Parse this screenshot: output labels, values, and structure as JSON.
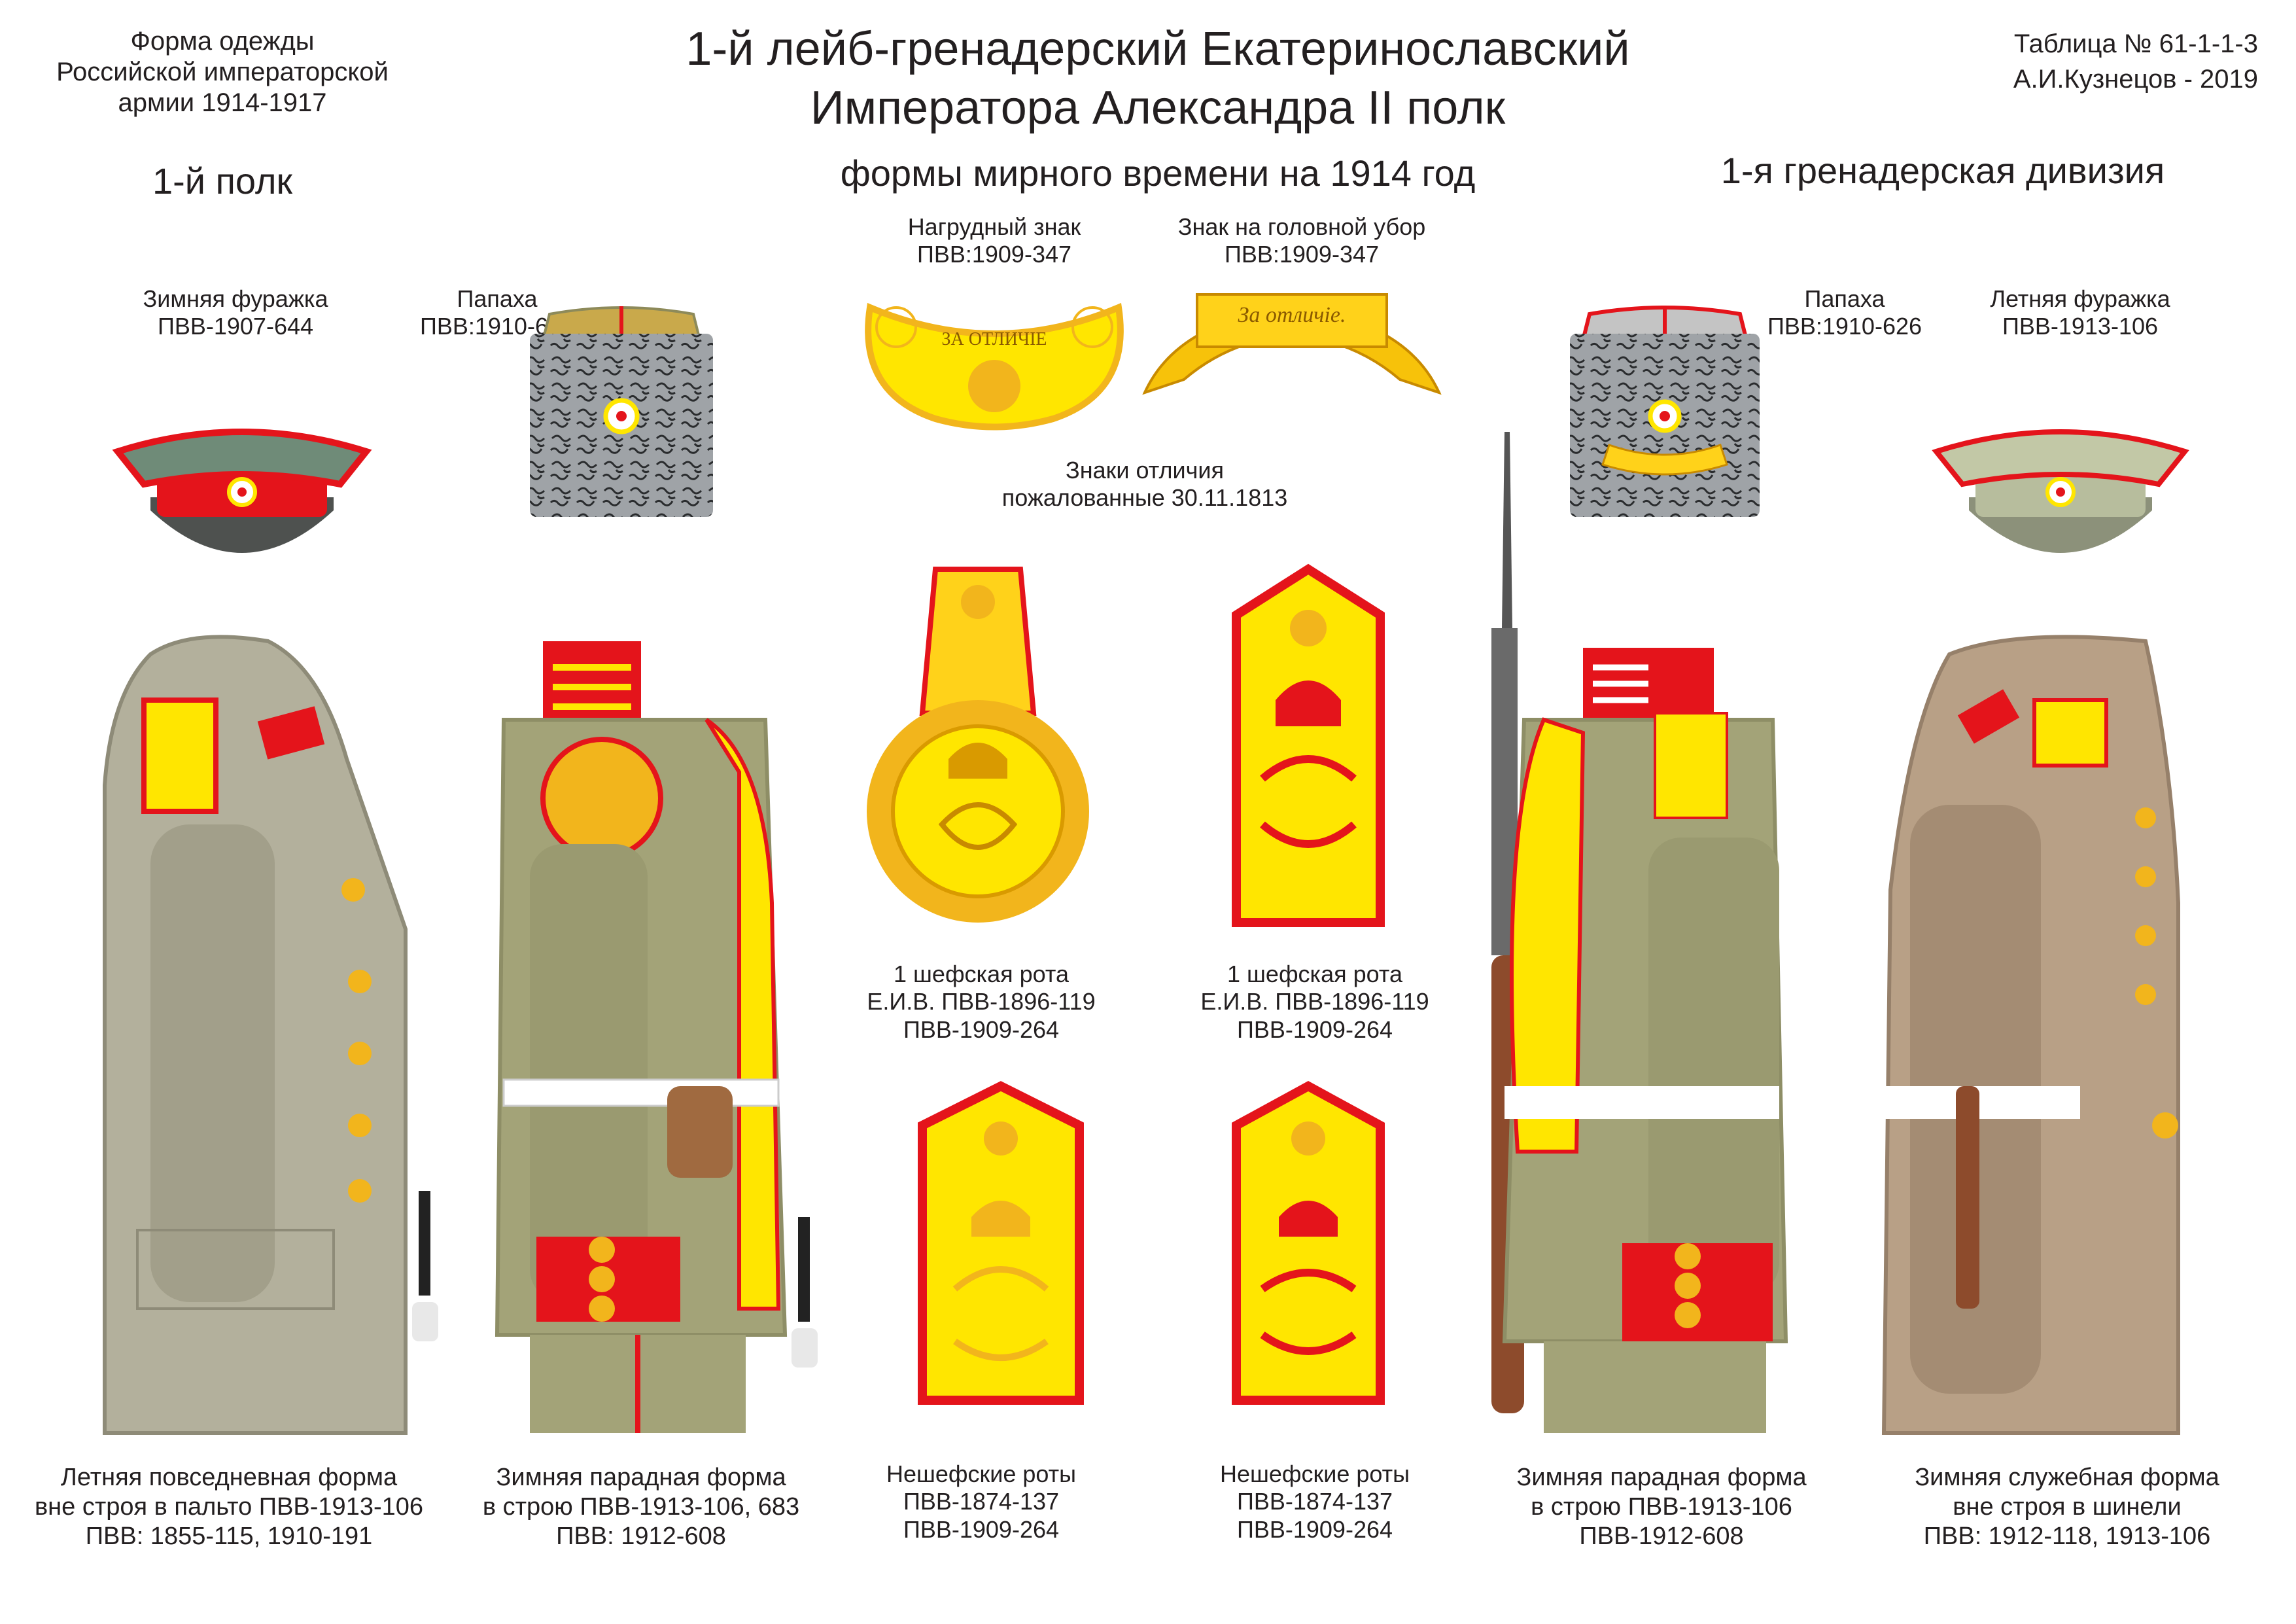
{
  "header": {
    "left_block": "Форма одежды\nРоссийской императорской\nармии  1914-1917",
    "title_line1": "1-й лейб-гренадерский Екатеринославский",
    "title_line2": "Императора Александра II полк",
    "subtitle": "формы мирного времени на 1914 год",
    "table_number": "Таблица № 61-1-1-3",
    "author": "А.И.Кузнецов - 2019",
    "regiment_number": "1-й полк",
    "division": "1-я гренадерская дивизия"
  },
  "headgear": {
    "winter_cap": "Зимняя фуражка\nПВВ-1907-644",
    "papakha_left": "Папаха\nПВВ:1910-626",
    "papakha_right": "Папаха\nПВВ:1910-626",
    "summer_cap": "Летняя фуражка\nПВВ-1913-106"
  },
  "insignia": {
    "gorget_label": "Нагрудный знак\nПВВ:1909-347",
    "gorget_text": "ЗА ОТЛИЧІЕ",
    "hat_badge_label": "Знак на головной убор\nПВВ:1909-347",
    "hat_badge_text": "За отличіе.",
    "distinction_label": "Знаки отличия\nпожалованные 30.11.1813"
  },
  "straps": {
    "epaulette_label": "1 шефская рота\nЕ.И.В. ПВВ-1896-119\nПВВ-1909-264",
    "shoulder_strap_label": "1 шефская рота\nЕ.И.В. ПВВ-1896-119\nПВВ-1909-264",
    "non_chief_1": "Нешефские роты\nПВВ-1874-137\nПВВ-1909-264",
    "non_chief_2": "Нешефские роты\nПВВ-1874-137\nПВВ-1909-264"
  },
  "uniforms": {
    "u1": "Летняя повседневная форма\nвне строя в пальто ПВВ-1913-106\nПВВ: 1855-115, 1910-191",
    "u2": "Зимняя парадная форма\nв строю ПВВ-1913-106, 683\nПВВ:  1912-608",
    "u3": "Зимняя парадная форма\nв строю ПВВ-1913-106\nПВВ-1912-608",
    "u4": "Зимняя служебная форма\nвне строя в шинели\nПВВ: 1912-118, 1913-106"
  },
  "colors": {
    "red": "#e4141b",
    "yellow": "#ffe600",
    "gold": "#f2b51c",
    "khaki": "#b4b58e",
    "grey_coat": "#b3b09c",
    "brown_coat": "#b8a086",
    "papakha_grey": "#9a9ea2",
    "cap_band_green": "#6f8b78"
  }
}
